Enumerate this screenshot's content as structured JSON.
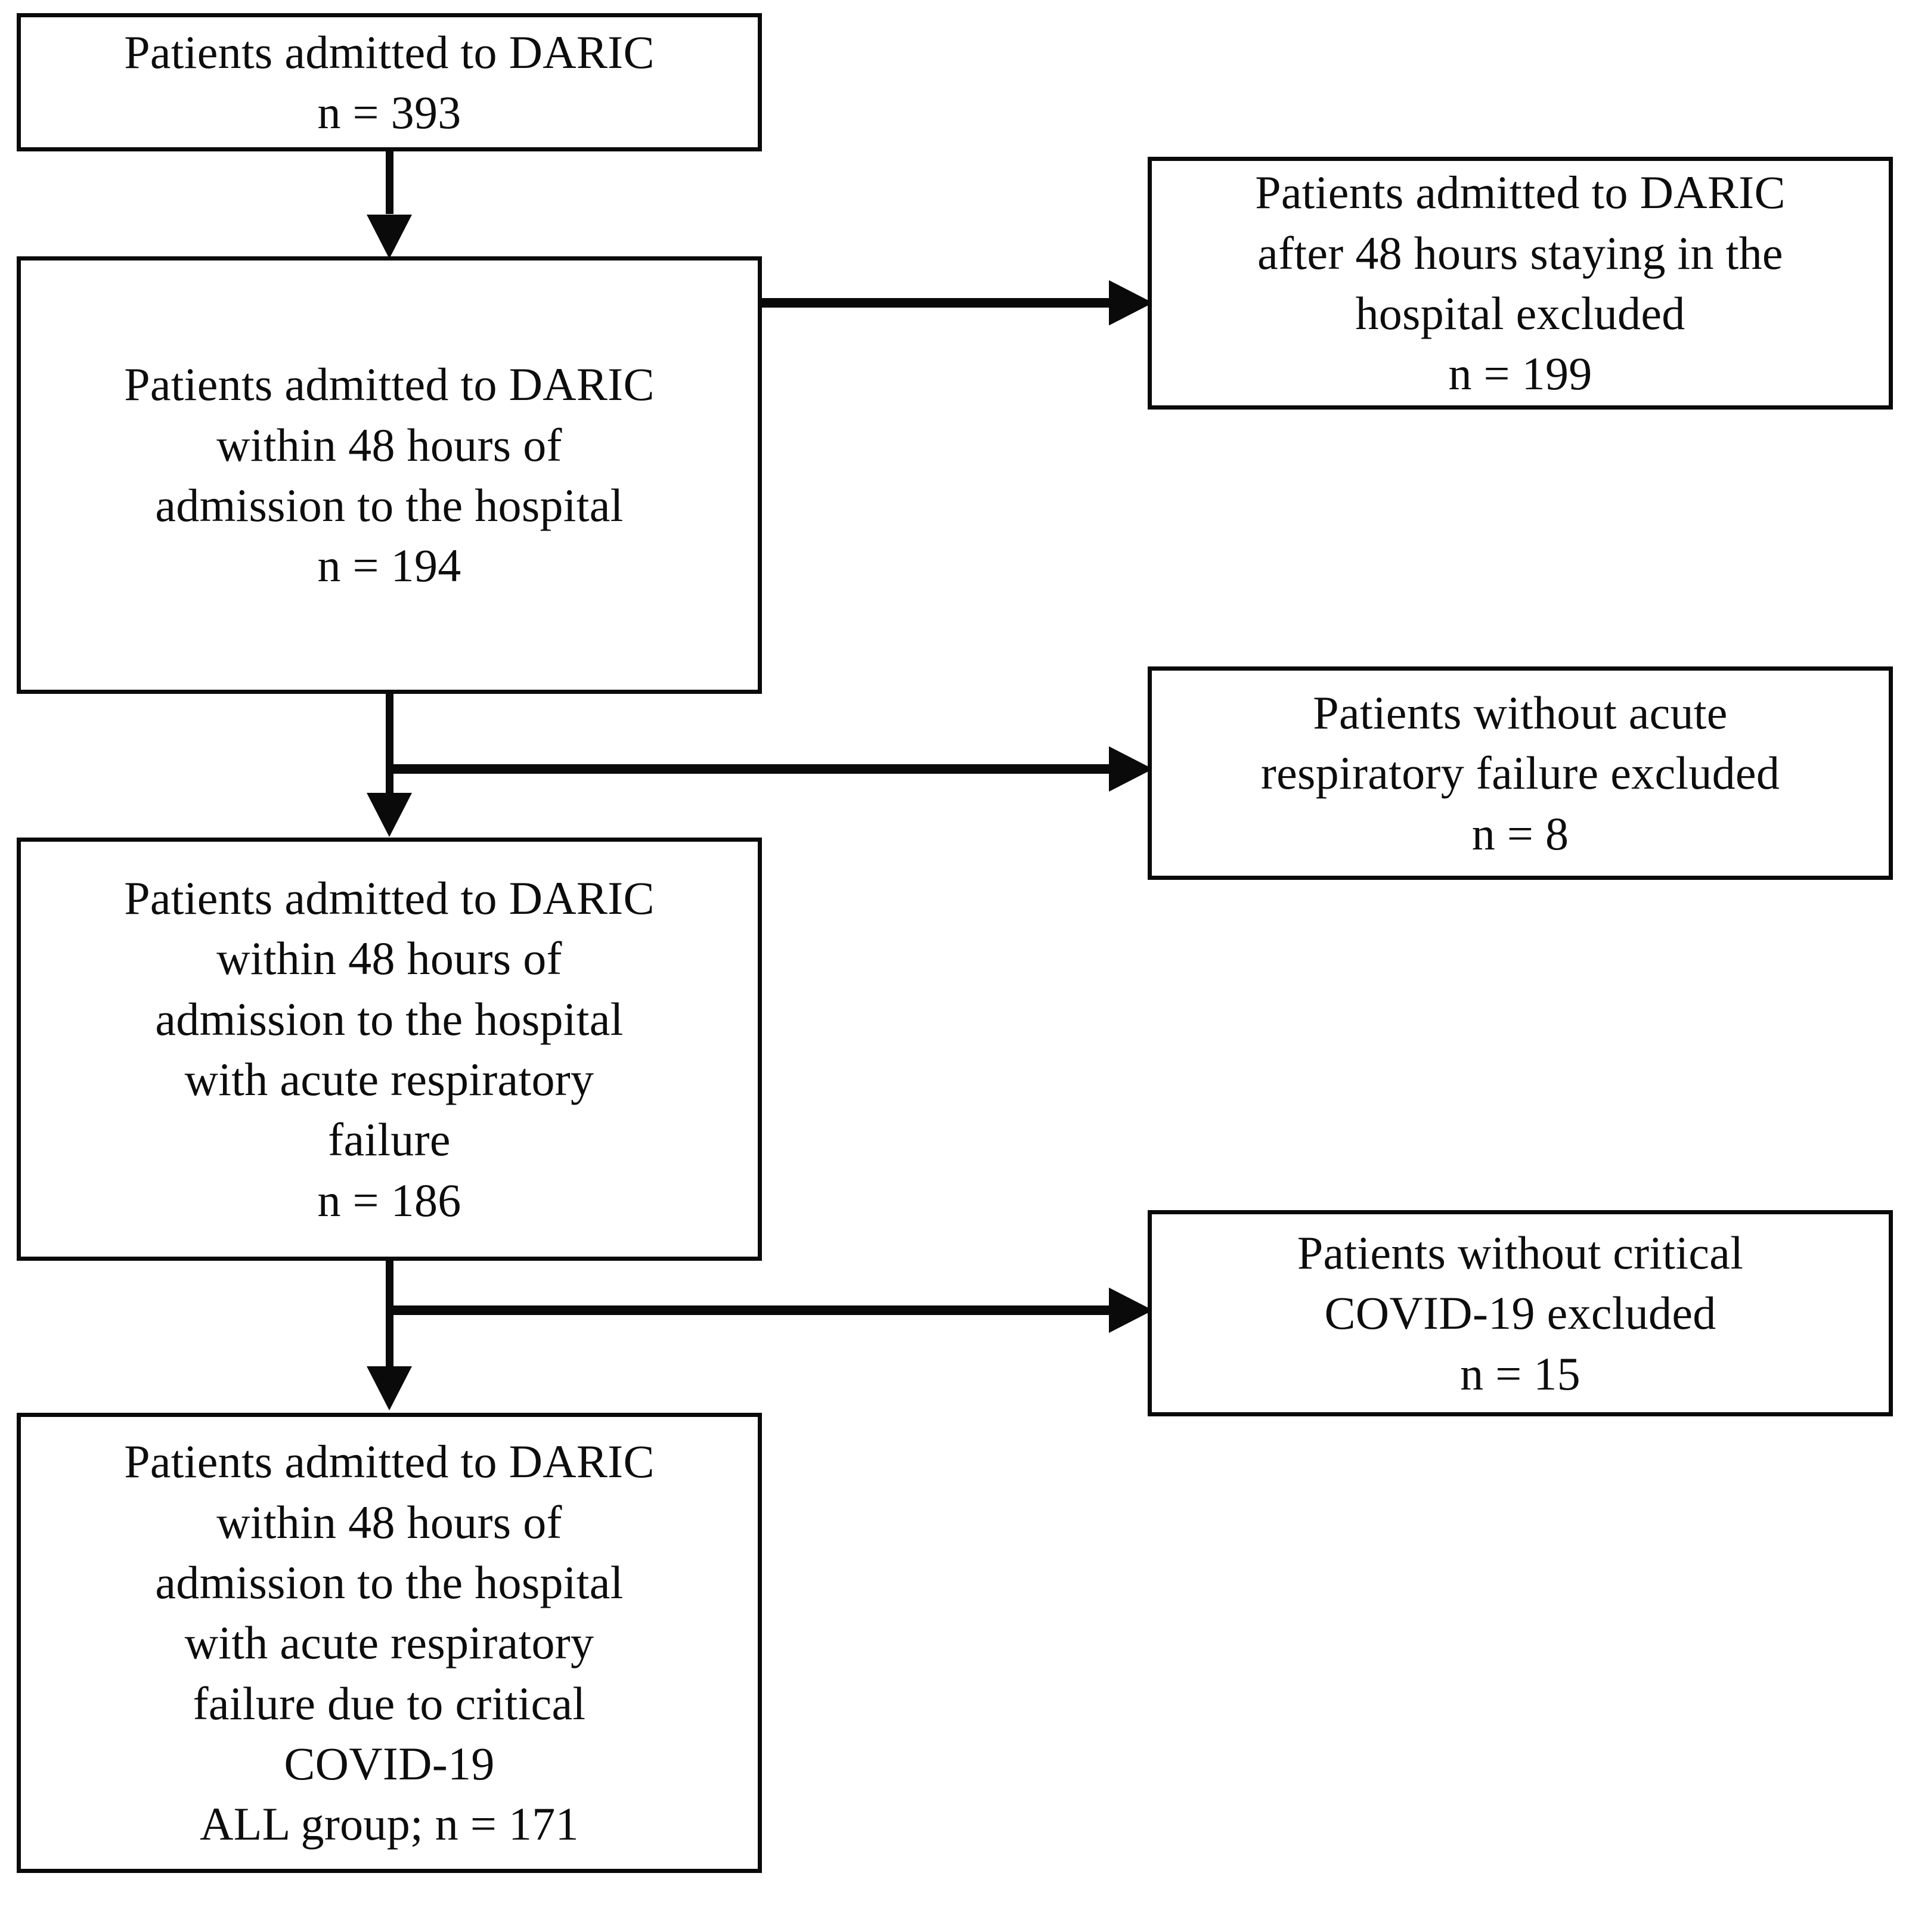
{
  "diagram": {
    "type": "patient-selection-flowchart",
    "orientation": "vertical-with-right-exclusions",
    "colors": {
      "box_border": "#0a0a0a",
      "box_fill": "#ffffff",
      "text": "#0d0d0d",
      "connector": "#0a0a0a",
      "background": "#ffffff"
    }
  },
  "flow_nodes": [
    {
      "id": "node-1",
      "role": "included",
      "text": "Patients admitted to DARIC\nn = 393",
      "label": "Patients admitted to DARIC",
      "count_label": "n = 393",
      "n": 393
    },
    {
      "id": "node-2",
      "role": "included",
      "text": "Patients admitted to DARIC\nwithin 48 hours of\nadmission to the hospital\nn = 194",
      "label": "Patients admitted to DARIC within 48 hours of admission to the hospital",
      "count_label": "n = 194",
      "n": 194
    },
    {
      "id": "node-3",
      "role": "included",
      "text": "Patients admitted to DARIC\nwithin 48 hours of\nadmission to the hospital\nwith acute respiratory\nfailure\nn = 186",
      "label": "Patients admitted to DARIC within 48 hours of admission to the hospital with acute respiratory failure",
      "count_label": "n = 186",
      "n": 186
    },
    {
      "id": "node-4",
      "role": "included-final",
      "text": "Patients admitted to DARIC\nwithin 48 hours of\nadmission to the hospital\nwith acute respiratory\nfailure due to critical\nCOVID-19\nALL group; n = 171",
      "label": "Patients admitted to DARIC within 48 hours of admission to the hospital with acute respiratory failure due to critical COVID-19",
      "count_label": "ALL group; n = 171",
      "group_name": "ALL group",
      "n": 171
    }
  ],
  "exclusion_nodes": [
    {
      "id": "excl-1",
      "role": "excluded",
      "text": "Patients admitted to DARIC\nafter 48 hours staying in the\nhospital  excluded\nn = 199",
      "label": "Patients admitted to DARIC after 48 hours staying in the hospital  excluded",
      "count_label": "n = 199",
      "n": 199
    },
    {
      "id": "excl-2",
      "role": "excluded",
      "text": "Patients without acute\nrespiratory failure excluded\nn = 8",
      "label": "Patients without acute respiratory failure excluded",
      "count_label": "n = 8",
      "n": 8
    },
    {
      "id": "excl-3",
      "role": "excluded",
      "text": "Patients without critical\nCOVID-19 excluded\nn = 15",
      "label": "Patients without critical COVID-19 excluded",
      "count_label": "n = 15",
      "n": 15
    }
  ],
  "connectors": [
    {
      "id": "conn-1",
      "from": "node-1",
      "to": "node-2",
      "branch_to": "excl-1",
      "arrow": "down-and-right"
    },
    {
      "id": "conn-2",
      "from": "node-2",
      "to": "node-3",
      "branch_to": "excl-2",
      "arrow": "down-and-right"
    },
    {
      "id": "conn-3",
      "from": "node-3",
      "to": "node-4",
      "branch_to": "excl-3",
      "arrow": "down-and-right"
    }
  ]
}
